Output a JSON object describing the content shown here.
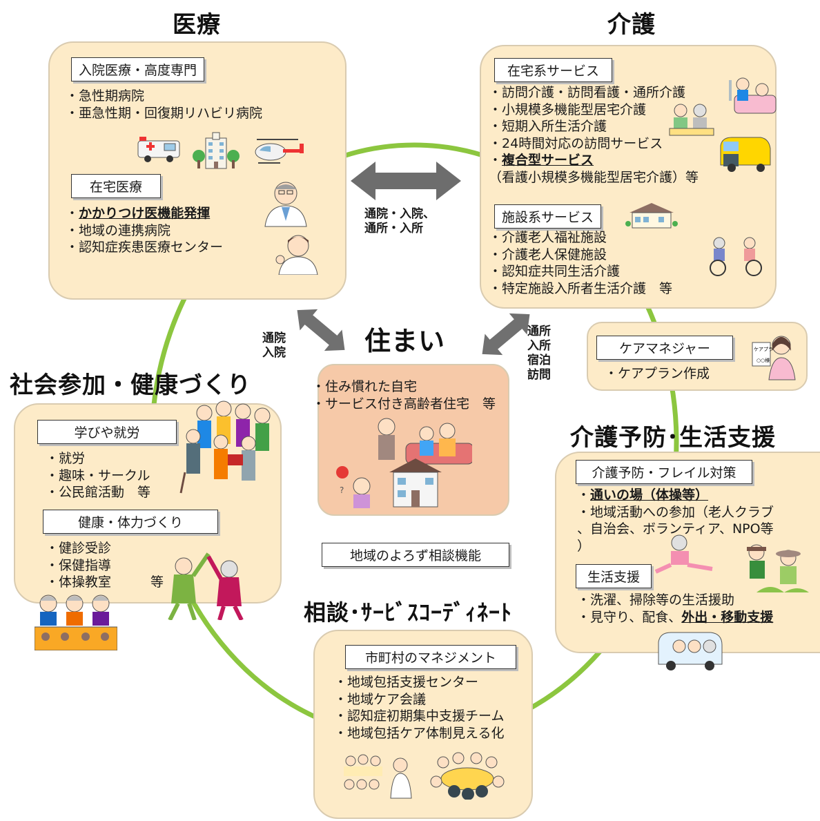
{
  "sections": {
    "medical": "医療",
    "care": "介護",
    "housing": "住まい",
    "social": "社会参加・健康づくり",
    "prevention": "介護予防･生活支援",
    "consult": "相談･ｻｰﾋﾞｽｺｰﾃﾞｨﾈｰﾄ"
  },
  "medical": {
    "box1": "入院医療・高度専門",
    "items1": [
      "急性期病院",
      "亜急性期・回復期リハビリ病院"
    ],
    "box2": "在宅医療",
    "items2": [
      "かかりつけ医機能発揮",
      "地域の連携病院",
      "認知症疾患医療センター"
    ]
  },
  "care": {
    "box1": "在宅系サービス",
    "items1": [
      "訪問介護・訪問看護・通所介護",
      "小規模多機能型居宅介護",
      "短期入所生活介護",
      "24時間対応の訪問サービス",
      "複合型サービス"
    ],
    "note1": "（看護小規模多機能型居宅介護）等",
    "box2": "施設系サービス",
    "items2": [
      "介護老人福祉施設",
      "介護老人保健施設",
      "認知症共同生活介護",
      "特定施設入所者生活介護　等"
    ]
  },
  "caremanager": {
    "box": "ケアマネジャー",
    "item": "ケアプラン作成",
    "doc_label": "ケアプラン",
    "doc_sub": "○○様"
  },
  "housing": {
    "items": [
      "住み慣れた自宅",
      "サービス付き高齢者住宅　等"
    ]
  },
  "arrows": {
    "medical_care": "通院・入院、\n通所・入所",
    "medical_housing": "通院\n入院",
    "care_housing": "通所\n入所\n宿泊\n訪問"
  },
  "social": {
    "box1": "学びや就労",
    "items1": [
      "就労",
      "趣味・サークル",
      "公民館活動　等"
    ],
    "box2": "健康・体力づくり",
    "items2": [
      "健診受診",
      "保健指導",
      "体操教室　　　等"
    ]
  },
  "prevention": {
    "box1": "介護予防・フレイル対策",
    "items1": [
      "通いの場（体操等）",
      "地域活動への参加（老人クラブ"
    ],
    "items1_cont": [
      "、自治会、ボランティア、NPO等",
      "）"
    ],
    "box2": "生活支援",
    "items2": [
      "洗濯、掃除等の生活援助"
    ],
    "item2b_pre": "見守り、配食、",
    "item2b_u": "外出・移動支援"
  },
  "consult_box": "地域のよろず相談機能",
  "municipal": {
    "box": "市町村のマネジメント",
    "items": [
      "地域包括支援センター",
      "地域ケア会議",
      "認知症初期集中支援チーム",
      "地域包括ケア体制見える化"
    ]
  },
  "colors": {
    "panel": "#fdebc8",
    "housing_panel": "#f6c9a8",
    "ring": "#8cc63f",
    "arrow": "#707070"
  }
}
